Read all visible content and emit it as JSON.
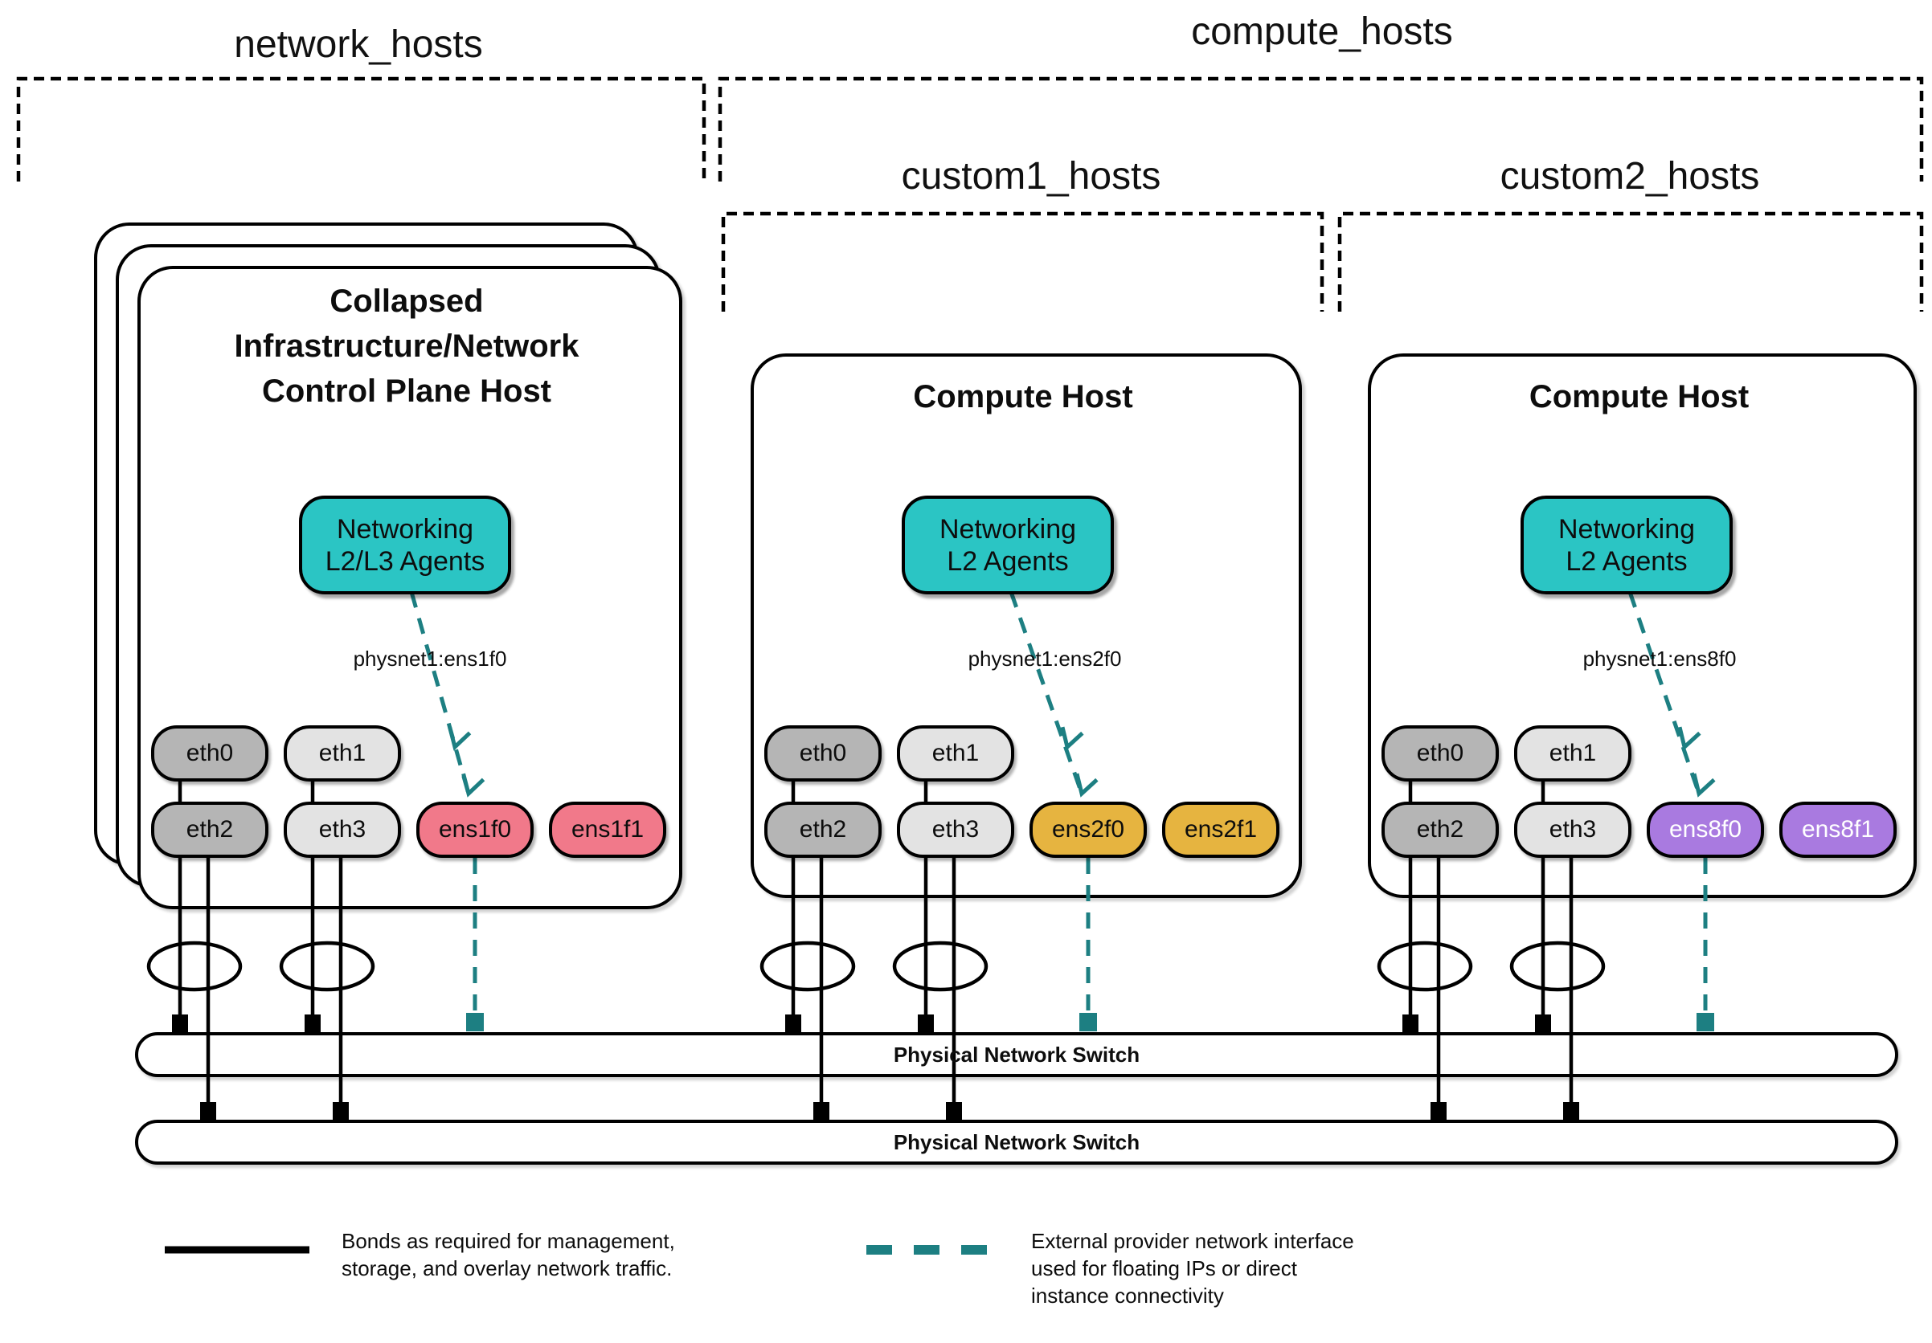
{
  "groups": {
    "network": "network_hosts",
    "compute": "compute_hosts",
    "custom1": "custom1_hosts",
    "custom2": "custom2_hosts"
  },
  "hosts": {
    "control": {
      "title1": "Collapsed",
      "title2": "Infrastructure/Network",
      "title3": "Control Plane Host",
      "agent1": "Networking",
      "agent2": "L2/L3 Agents",
      "physnet": "physnet1:ens1f0",
      "eth0": "eth0",
      "eth1": "eth1",
      "eth2": "eth2",
      "eth3": "eth3",
      "ensf0": "ens1f0",
      "ensf1": "ens1f1"
    },
    "compute1": {
      "title": "Compute Host",
      "agent1": "Networking",
      "agent2": "L2 Agents",
      "physnet": "physnet1:ens2f0",
      "eth0": "eth0",
      "eth1": "eth1",
      "eth2": "eth2",
      "eth3": "eth3",
      "ensf0": "ens2f0",
      "ensf1": "ens2f1"
    },
    "compute2": {
      "title": "Compute Host",
      "agent1": "Networking",
      "agent2": "L2 Agents",
      "physnet": "physnet1:ens8f0",
      "eth0": "eth0",
      "eth1": "eth1",
      "eth2": "eth2",
      "eth3": "eth3",
      "ensf0": "ens8f0",
      "ensf1": "ens8f1"
    }
  },
  "switches": {
    "top": "Physical Network Switch",
    "bottom": "Physical Network Switch"
  },
  "legend": {
    "bond1": "Bonds as required for management,",
    "bond2": "storage, and overlay network traffic.",
    "ext1": "External provider network interface",
    "ext2": "used for floating IPs or direct",
    "ext3": "instance connectivity"
  },
  "colors": {
    "agent_fill": "#2bc5c4",
    "provider_stroke": "#1d7f82",
    "nic_gray_dark": "#b5b5b5",
    "nic_gray_light": "#e3e3e3",
    "nic_pink": "#f1798a",
    "nic_gold": "#e6b440",
    "nic_purple": "#a97ae0"
  }
}
